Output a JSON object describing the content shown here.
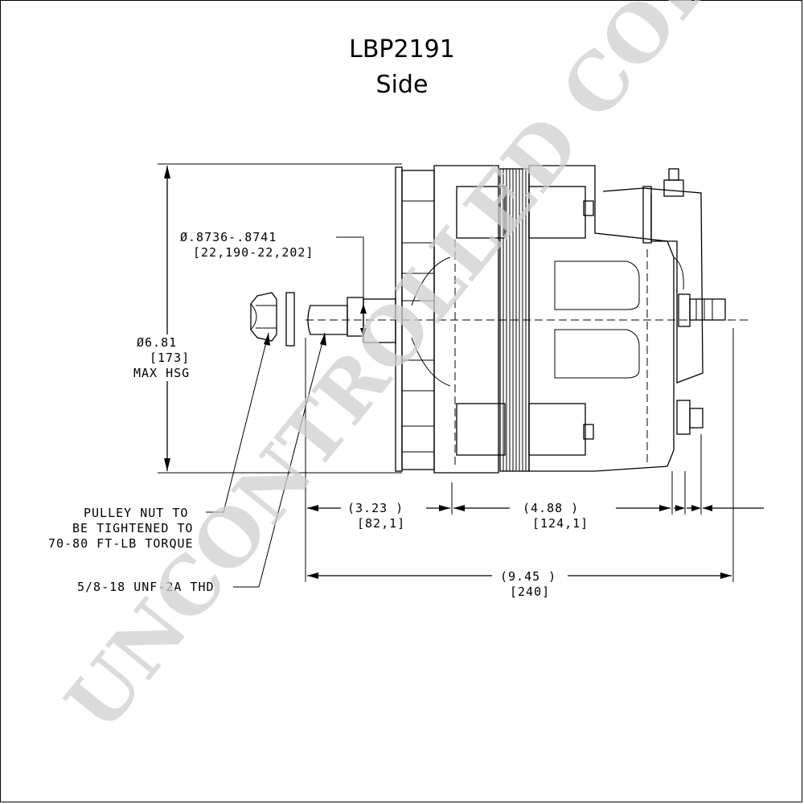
{
  "title": {
    "part_number": "LBP2191",
    "view": "Side"
  },
  "watermark": "UNCONTROLLED COPY",
  "dimensions": {
    "shaft_diameter": {
      "inch": "Ø.8736-.8741",
      "mm": "[22,190-22,202]"
    },
    "housing_diameter": {
      "inch": "Ø6.81",
      "mm": "[173]",
      "note": "MAX HSG"
    },
    "front_length": {
      "inch": "(3.23  )",
      "mm": "[82,1]"
    },
    "body_length": {
      "inch": "(4.88    )",
      "mm": "[124,1]"
    },
    "overall_length": {
      "inch": "(9.45  )",
      "mm": "[240]"
    }
  },
  "notes": {
    "pulley_nut": [
      "PULLEY NUT TO",
      "BE TIGHTENED TO",
      "70-80 FT-LB TORQUE"
    ],
    "thread": "5/8-18 UNF-2A THD"
  }
}
